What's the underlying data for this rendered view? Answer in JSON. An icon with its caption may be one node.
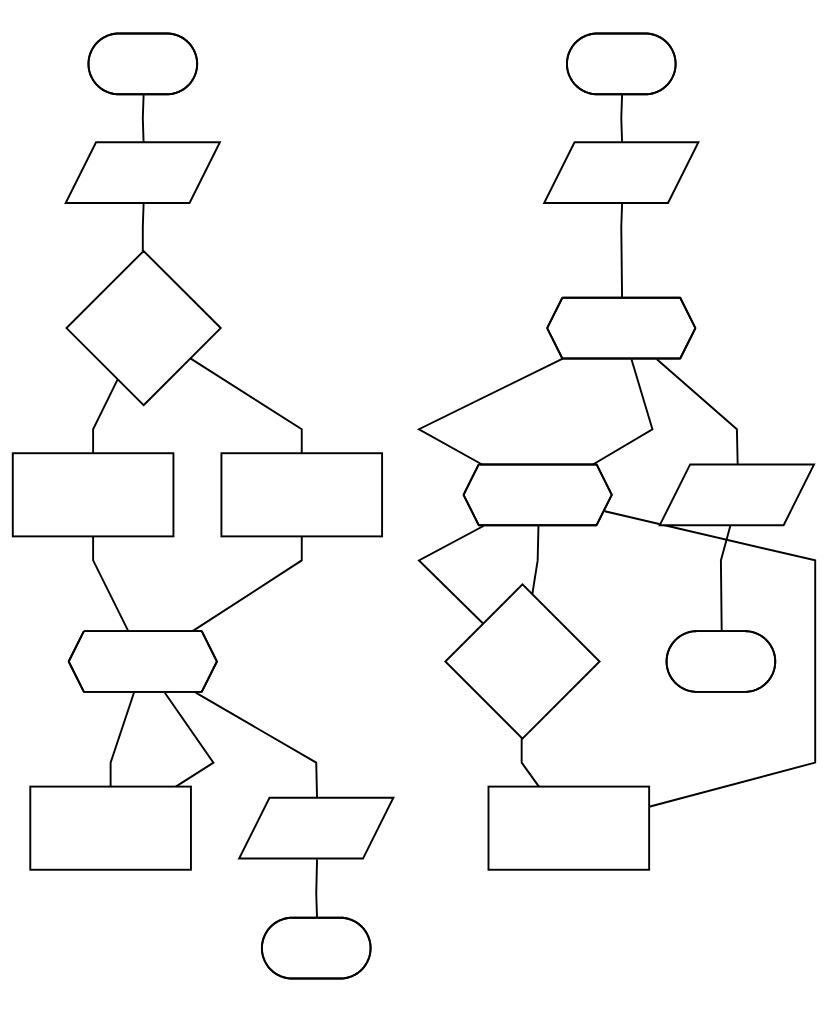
{
  "diagram": {
    "nodes": [
      {
        "text": [],
        "shape": "terminal"
      },
      {
        "text": [],
        "shape": "parallelogram"
      },
      {
        "text": [],
        "shape": "diamond"
      },
      {
        "text": [],
        "shape": "box"
      },
      {
        "text": [],
        "shape": "box"
      },
      {
        "text": [],
        "shape": "hexagon"
      },
      {
        "text": [],
        "shape": "box"
      },
      {
        "text": [],
        "shape": "parallelogram"
      },
      {
        "text": [],
        "shape": "terminal"
      },
      {
        "text": [],
        "shape": "terminal"
      },
      {
        "text": [],
        "shape": "parallelogram"
      },
      {
        "text": [],
        "shape": "hexagon"
      },
      {
        "text": [],
        "shape": "hexagon"
      },
      {
        "text": [],
        "shape": "diamond"
      },
      {
        "text": [],
        "shape": "box"
      },
      {
        "text": [],
        "shape": "parallelogram"
      },
      {
        "text": [],
        "shape": "terminal"
      }
    ],
    "edges": [
      {
        "from": 0,
        "to": 1,
        "arrow": "none"
      },
      {
        "from": 1,
        "to": 2,
        "arrow": "none"
      },
      {
        "from": 2,
        "to": 3,
        "arrow": "none"
      },
      {
        "from": 2,
        "to": 4,
        "arrow": "none"
      },
      {
        "from": 3,
        "to": 5,
        "arrow": "none"
      },
      {
        "from": 4,
        "to": 5,
        "arrow": "none"
      },
      {
        "from": 5,
        "to": 6,
        "arrow": "none"
      },
      {
        "from": 6,
        "to": 5,
        "arrow": "none"
      },
      {
        "from": 5,
        "to": 7,
        "arrow": "none"
      },
      {
        "from": 7,
        "to": 8,
        "arrow": "none"
      },
      {
        "from": 9,
        "to": 10,
        "arrow": "none"
      },
      {
        "from": 10,
        "to": 11,
        "arrow": "none"
      },
      {
        "from": 11,
        "to": 12,
        "arrow": "none"
      },
      {
        "from": 12,
        "to": 13,
        "arrow": "none"
      },
      {
        "from": 13,
        "to": 14,
        "arrow": "none"
      },
      {
        "from": 14,
        "to": 12,
        "arrow": "none"
      },
      {
        "from": 13,
        "to": 12,
        "arrow": "none"
      },
      {
        "from": 12,
        "to": 11,
        "arrow": "none"
      },
      {
        "from": 11,
        "to": 15,
        "arrow": "none"
      },
      {
        "from": 15,
        "to": 16,
        "arrow": "none"
      }
    ]
  }
}
